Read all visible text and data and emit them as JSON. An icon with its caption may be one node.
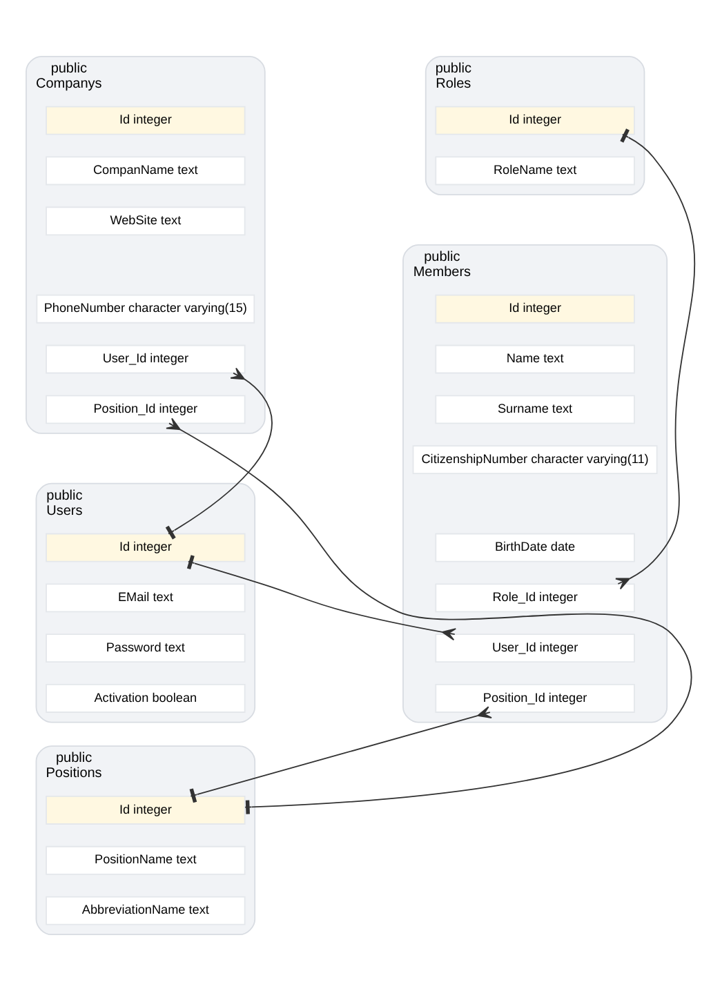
{
  "diagram": {
    "nodes": [
      {
        "text": [
          "public",
          "Companys"
        ]
      },
      {
        "text": [
          "Id integer"
        ],
        "in": 0
      },
      {
        "text": [
          "CompanName text"
        ],
        "in": 0
      },
      {
        "text": [
          "WebSite text"
        ],
        "in": 0
      },
      {
        "text": [
          "PhoneNumber character varying(15)"
        ],
        "in": 0
      },
      {
        "text": [
          "User_Id integer"
        ],
        "in": 0
      },
      {
        "text": [
          "Position_Id integer"
        ],
        "in": 0
      },
      {
        "text": [
          "public",
          "Roles"
        ]
      },
      {
        "text": [
          "Id integer"
        ],
        "in": 7
      },
      {
        "text": [
          "RoleName text"
        ],
        "in": 7
      },
      {
        "text": [
          "public",
          "Members"
        ]
      },
      {
        "text": [
          "Id integer"
        ],
        "in": 10
      },
      {
        "text": [
          "Name text"
        ],
        "in": 10
      },
      {
        "text": [
          "Surname text"
        ],
        "in": 10
      },
      {
        "text": [
          "CitizenshipNumber character varying(11)"
        ],
        "in": 10
      },
      {
        "text": [
          "BirthDate date"
        ],
        "in": 10
      },
      {
        "text": [
          "Role_Id integer"
        ],
        "in": 10
      },
      {
        "text": [
          "User_Id integer"
        ],
        "in": 10
      },
      {
        "text": [
          "Position_Id integer"
        ],
        "in": 10
      },
      {
        "text": [
          "public",
          "Users"
        ]
      },
      {
        "text": [
          "Id integer"
        ],
        "in": 19
      },
      {
        "text": [
          "EMail text"
        ],
        "in": 19
      },
      {
        "text": [
          "Password text"
        ],
        "in": 19
      },
      {
        "text": [
          "Activation boolean"
        ],
        "in": 19
      },
      {
        "text": [
          "public",
          "Positions"
        ]
      },
      {
        "text": [
          "Id integer"
        ],
        "in": 24
      },
      {
        "text": [
          "PositionName text"
        ],
        "in": 24
      },
      {
        "text": [
          "AbbreviationName text"
        ],
        "in": 24
      }
    ],
    "edges": [
      {
        "from": 5,
        "to": 20,
        "arrow": "other"
      },
      {
        "from": 6,
        "to": 25,
        "arrow": "other"
      },
      {
        "from": 16,
        "to": 8,
        "arrow": "other"
      },
      {
        "from": 17,
        "to": 20,
        "arrow": "other"
      },
      {
        "from": 18,
        "to": 25,
        "arrow": "other"
      }
    ]
  }
}
